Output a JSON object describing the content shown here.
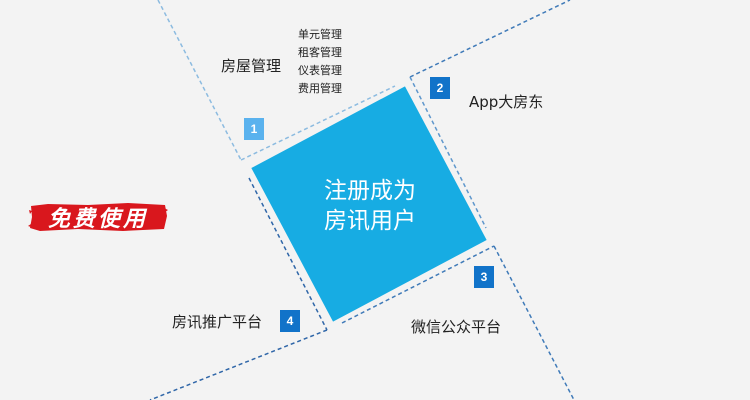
{
  "center": {
    "line1": "注册成为",
    "line2": "房讯用户"
  },
  "sections": [
    {
      "num": "1",
      "label": "房屋管理",
      "items": [
        "单元管理",
        "租客管理",
        "仪表管理",
        "费用管理"
      ]
    },
    {
      "num": "2",
      "label": "App大房东"
    },
    {
      "num": "3",
      "label": "微信公众平台"
    },
    {
      "num": "4",
      "label": "房讯推广平台"
    }
  ],
  "stamp": {
    "text": "免费使用"
  },
  "colors": {
    "center": "#17ace3",
    "badge1": "#5ab2ee",
    "badge_dark": "#1173c9",
    "line_light": "#8cbbe0",
    "line_dark": "#2f66a8",
    "stamp": "#d9171d"
  }
}
